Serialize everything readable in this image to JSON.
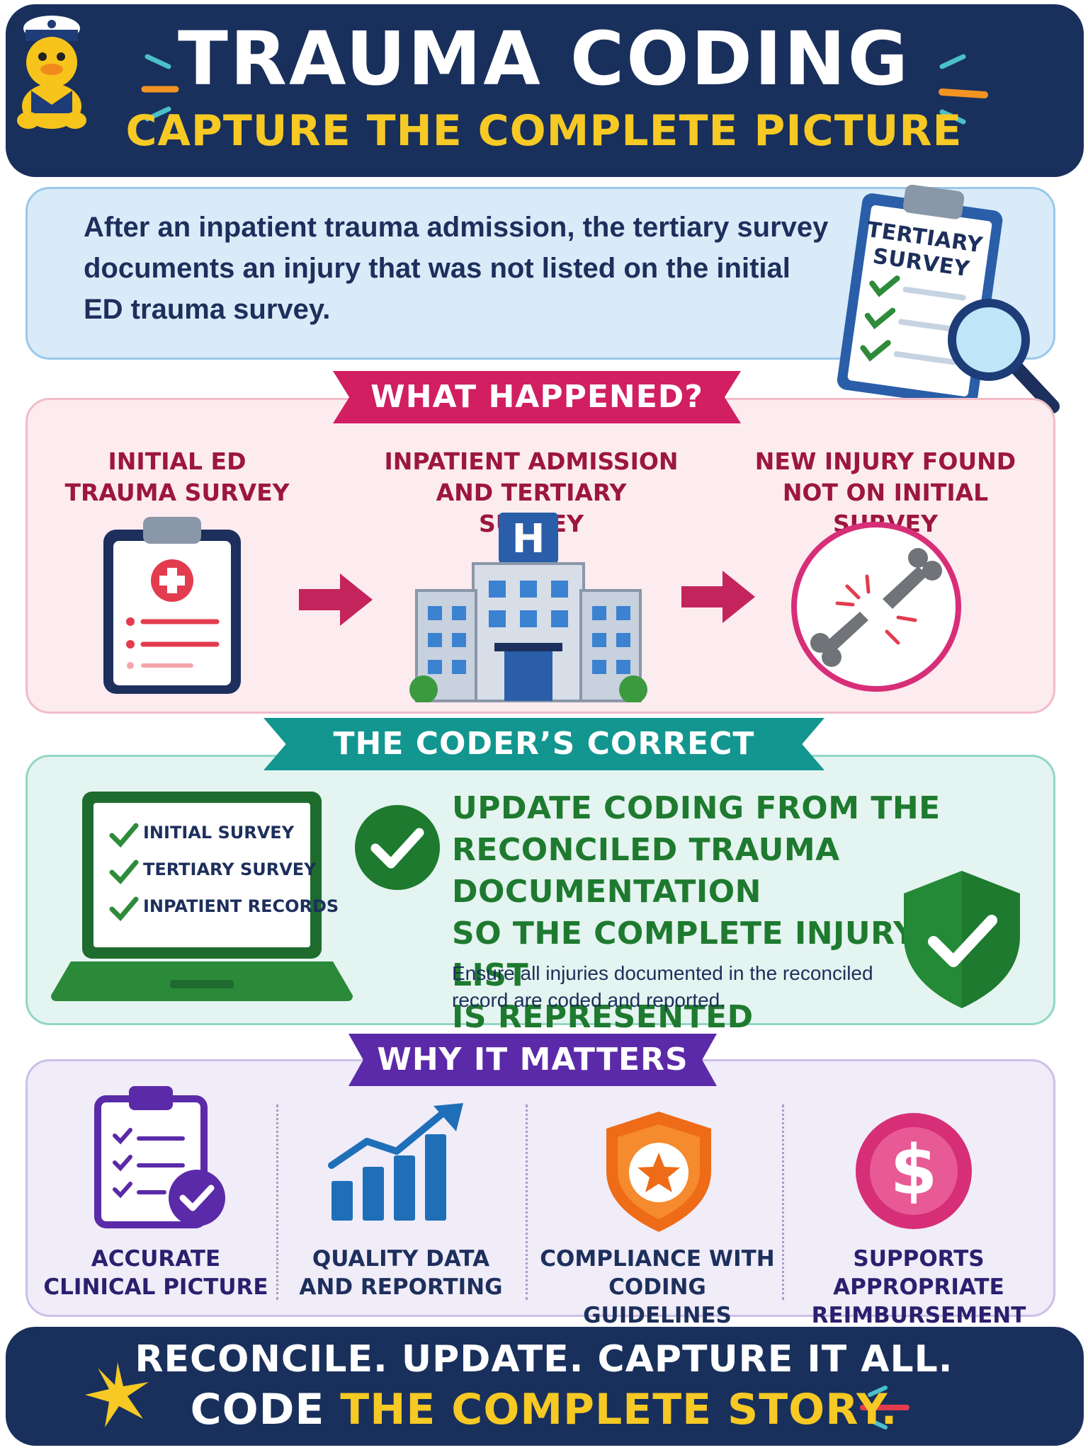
{
  "header": {
    "title": "TRAUMA CODING",
    "subtitle": "CAPTURE THE COMPLETE PICTURE"
  },
  "intro": {
    "text": "After an inpatient trauma admission, the tertiary survey documents an injury that was not listed on the initial ED trauma survey.",
    "clipboard_label_line1": "TERTIARY",
    "clipboard_label_line2": "SURVEY"
  },
  "what_happened": {
    "ribbon": "WHAT HAPPENED?",
    "steps": [
      {
        "line1": "INITIAL ED",
        "line2": "TRAUMA SURVEY",
        "icon": "medical-clipboard-icon"
      },
      {
        "line1": "INPATIENT ADMISSION",
        "line2": "AND TERTIARY SURVEY",
        "icon": "hospital-icon"
      },
      {
        "line1": "NEW INJURY FOUND",
        "line2": "NOT ON INITIAL SURVEY",
        "icon": "broken-bone-icon"
      }
    ],
    "hospital_sign": "H"
  },
  "approach": {
    "ribbon": "THE CODER’S CORRECT APPROACH",
    "checklist": [
      "INITIAL SURVEY",
      "TERTIARY SURVEY",
      "INPATIENT RECORDS"
    ],
    "heading_lines": [
      "UPDATE CODING FROM THE",
      "RECONCILED TRAUMA DOCUMENTATION",
      "SO THE COMPLETE INJURY LIST",
      "IS REPRESENTED"
    ],
    "note": "Ensure all injuries documented in the reconciled record are coded and reported."
  },
  "why_it_matters": {
    "ribbon": "WHY IT MATTERS",
    "benefits": [
      {
        "line1": "ACCURATE",
        "line2": "CLINICAL PICTURE",
        "icon": "checklist-icon",
        "color": "#5b2aa8"
      },
      {
        "line1": "QUALITY DATA",
        "line2": "AND REPORTING",
        "icon": "bar-chart-icon",
        "color": "#1f6fb8"
      },
      {
        "line1": "COMPLIANCE WITH",
        "line2": "CODING GUIDELINES",
        "icon": "shield-star-icon",
        "color": "#ee6b17"
      },
      {
        "line1": "SUPPORTS APPROPRIATE",
        "line2": "REIMBURSEMENT",
        "icon": "dollar-coin-icon",
        "color": "#d72e78"
      }
    ],
    "dollar_symbol": "$"
  },
  "footer": {
    "line1": "RECONCILE. UPDATE. CAPTURE IT ALL.",
    "line2_part1": "CODE ",
    "line2_part2": "THE COMPLETE STORY."
  },
  "colors": {
    "navy": "#19305c",
    "yellow": "#f6c924",
    "magenta": "#d11f61",
    "teal": "#12968f",
    "green": "#1e7a2f",
    "purple": "#5b2aa8"
  }
}
